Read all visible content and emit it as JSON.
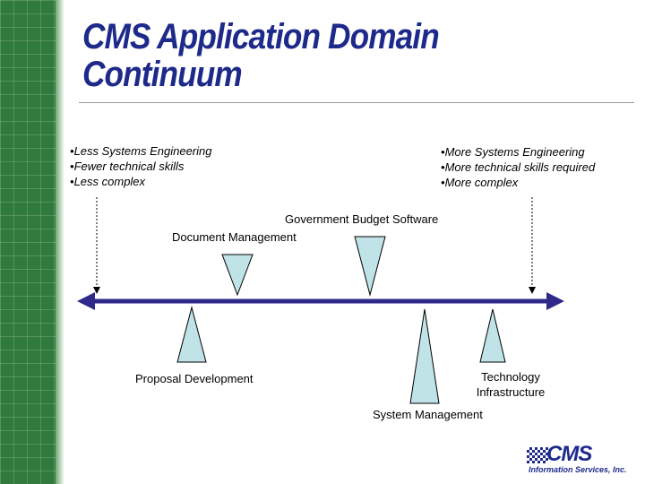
{
  "title": "CMS Application Domain\nContinuum",
  "left_bullets": [
    "Less Systems Engineering",
    "Fewer technical skills",
    "Less complex"
  ],
  "right_bullets": [
    "More Systems Engineering",
    "More technical skills required",
    "More complex"
  ],
  "labels": {
    "government_budget": "Government Budget Software",
    "document_management": "Document Management",
    "proposal_development": "Proposal Development",
    "technology_infrastructure": "Technology\nInfrastructure",
    "system_management": "System Management"
  },
  "logo": {
    "name": "CMS",
    "subtitle": "Information Services, Inc."
  },
  "colors": {
    "title": "#1d2a8a",
    "axis": "#2d2a8a",
    "marker_fill": "#bfe3e6",
    "sidebar": "#2f7a3c"
  }
}
